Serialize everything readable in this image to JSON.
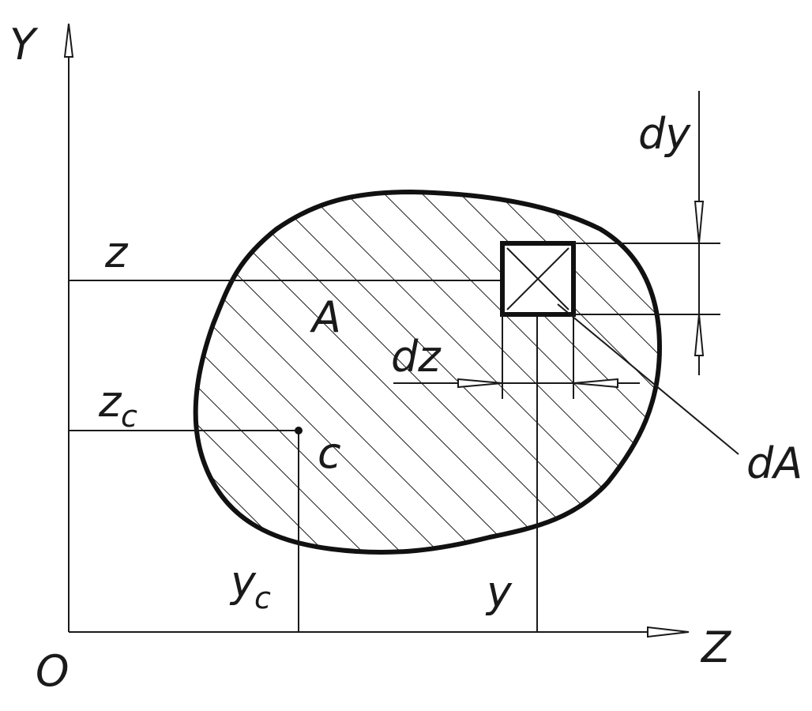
{
  "labels": {
    "axis_y": "Y",
    "axis_z": "Z",
    "origin": "O",
    "area": "A",
    "centroid": "c",
    "elem_area": "dA",
    "d_z": "dz",
    "d_y": "dy",
    "coord_z": "z",
    "coord_y": "y",
    "zc_main": "z",
    "zc_sub": "c",
    "yc_main": "y",
    "yc_sub": "c"
  },
  "colors": {
    "ink": "#1a1a1a",
    "background": "#ffffff"
  }
}
